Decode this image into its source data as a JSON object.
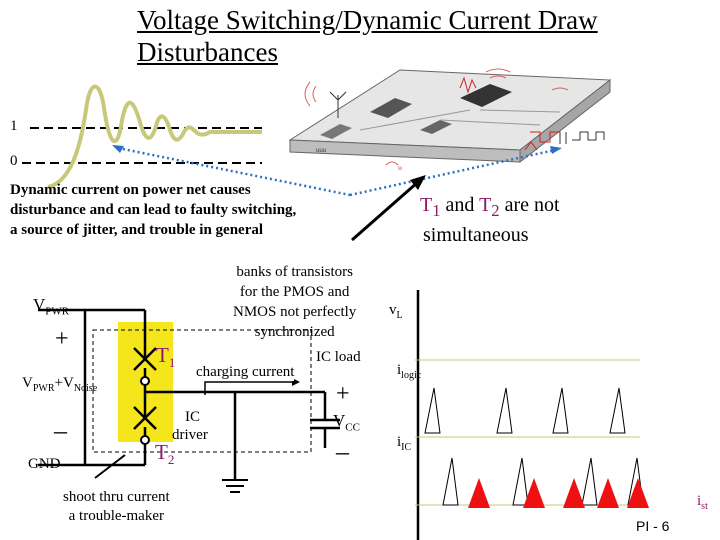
{
  "title_line1": "Voltage Switching/Dynamic Current Draw",
  "title_line2": "Disturbances",
  "logic_high": "1",
  "logic_low": "0",
  "desc": [
    "Dynamic current on power net causes",
    "disturbance and can lead to faulty switching,",
    "a source of jitter, and trouble in general"
  ],
  "t_note": {
    "t1": "T",
    "s1": "1",
    "and": " and ",
    "t2": "T",
    "s2": "2",
    "tail": " are not",
    "line2": "simultaneous"
  },
  "banks_note": [
    "banks of transistors",
    "for the PMOS and",
    "NMOS not perfectly",
    "synchronized"
  ],
  "vpwr": {
    "main": "V",
    "sub": "PWR"
  },
  "plus": "+",
  "minus": "–",
  "vnoise": {
    "v1": "V",
    "s1": "PWR",
    "mid": "+V",
    "s2": "Noise"
  },
  "gnd": "GND",
  "t1": {
    "main": "T",
    "sub": "1"
  },
  "t2": {
    "main": "T",
    "sub": "2"
  },
  "charging": "charging current",
  "ic_driver": [
    "IC",
    "driver"
  ],
  "ic_load": "IC load",
  "vcc": {
    "main": "V",
    "sub": "CC"
  },
  "shoot": [
    "shoot thru current",
    "a trouble-maker"
  ],
  "vl": {
    "main": "v",
    "sub": "L"
  },
  "ilogic": {
    "main": "i",
    "sub": "logic"
  },
  "iic": {
    "main": "i",
    "sub": "IC"
  },
  "ist": {
    "main": "i",
    "sub": "st"
  },
  "page": "PI - 6",
  "colors": {
    "olive": "#c8c87a",
    "ic_box": "#f5e61c",
    "purple": "#8b1a6b",
    "spike": "#ee1111",
    "dotted": "#2f6fc2"
  },
  "pulses": {
    "ilogic_count": 4,
    "iic_count": 4,
    "ist_count": 5
  }
}
